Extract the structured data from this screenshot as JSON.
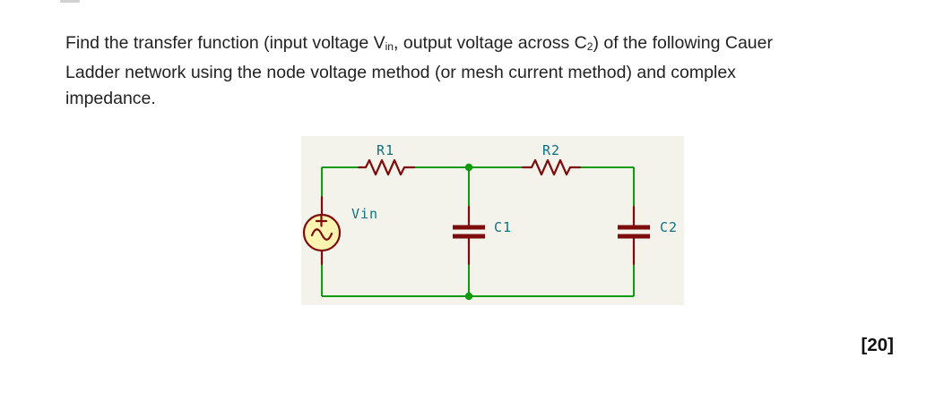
{
  "colors": {
    "page-bg": "#ffffff",
    "text-color": "#222222",
    "schematic-bg": "#f3f2eb",
    "wire-green": "#0f9b0f",
    "component-maroon": "#7d0d0d",
    "label-teal": "#0f7080",
    "source-fill": "#faf4b0",
    "marks-color": "#111111"
  },
  "question": {
    "lines": [
      {
        "segments": [
          {
            "text": "Find the transfer function (input voltage V"
          },
          {
            "text": "in",
            "sub": true
          },
          {
            "text": ", output voltage across C"
          },
          {
            "text": "2",
            "sub": true
          },
          {
            "text": ") of the following Cauer"
          }
        ]
      },
      {
        "segments": [
          {
            "text": "Ladder network using the node voltage method (or mesh current method) and complex"
          }
        ]
      },
      {
        "segments": [
          {
            "text": "impedance."
          }
        ]
      }
    ]
  },
  "marks": {
    "label": "[20]"
  },
  "circuit": {
    "labels": {
      "source": "Vin",
      "r1": "R1",
      "r2": "R2",
      "c1": "C1",
      "c2": "C2"
    }
  }
}
